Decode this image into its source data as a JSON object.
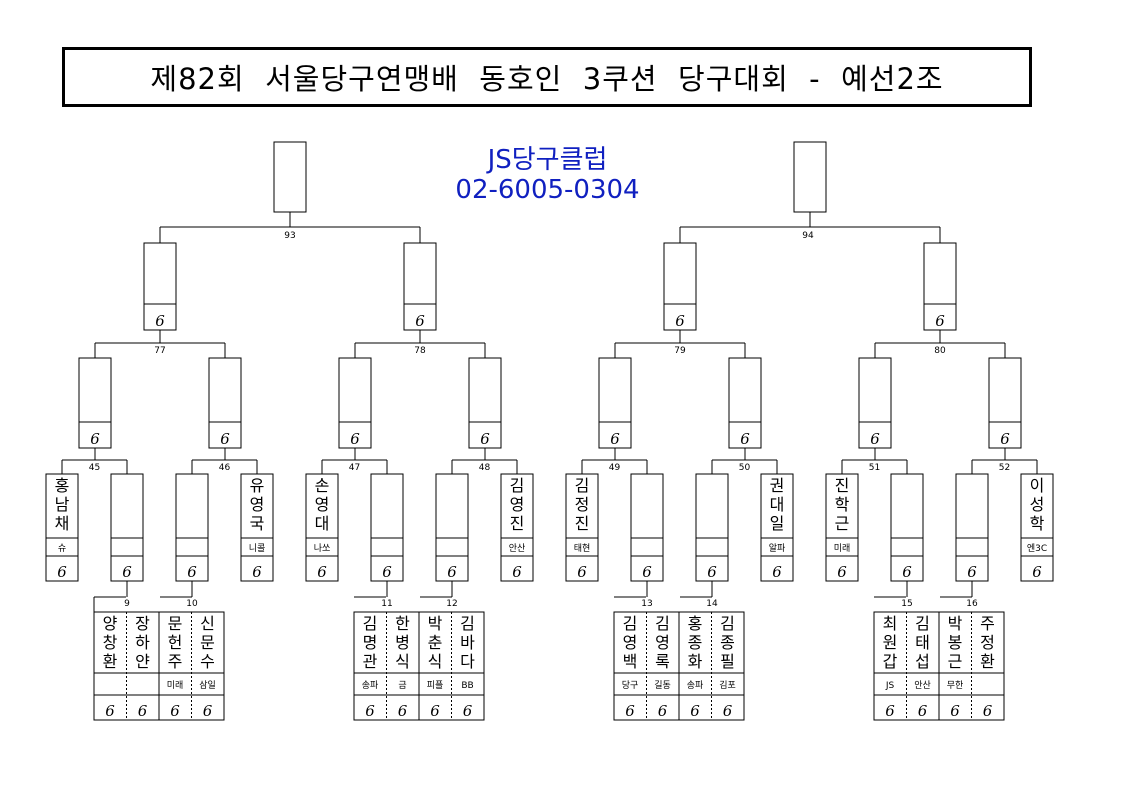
{
  "title": "제82회  서울당구연맹배  동호인  3쿠션  당구대회  -  예선2조",
  "club": {
    "name": "JS당구클럽",
    "phone": "02-6005-0304"
  },
  "score_mark": "6",
  "matches": {
    "m93": "93",
    "m94": "94",
    "m77": "77",
    "m78": "78",
    "m79": "79",
    "m80": "80",
    "m45": "45",
    "m46": "46",
    "m47": "47",
    "m48": "48",
    "m49": "49",
    "m50": "50",
    "m51": "51",
    "m52": "52",
    "m9": "9",
    "m10": "10",
    "m11": "11",
    "m12": "12",
    "m13": "13",
    "m14": "14",
    "m15": "15",
    "m16": "16"
  },
  "players": {
    "p45a": {
      "name": "홍남채",
      "club": "슈"
    },
    "p46b": {
      "name": "유영국",
      "club": "니콜"
    },
    "p47a": {
      "name": "손영대",
      "club": "나쏘"
    },
    "p48b": {
      "name": "김영진",
      "club": "안산"
    },
    "p49a": {
      "name": "김정진",
      "club": "태현"
    },
    "p50b": {
      "name": "권대일",
      "club": "알파"
    },
    "p51a": {
      "name": "진학근",
      "club": "미래"
    },
    "p52b": {
      "name": "이성학",
      "club": "엔3C"
    },
    "p9a": {
      "name": "양창환",
      "club": ""
    },
    "p9b": {
      "name": "장하얀",
      "club": ""
    },
    "p10a": {
      "name": "문헌주",
      "club": "미래"
    },
    "p10b": {
      "name": "신문수",
      "club": "삼일"
    },
    "p11a": {
      "name": "김명관",
      "club": "송파"
    },
    "p11b": {
      "name": "한병식",
      "club": "금"
    },
    "p12a": {
      "name": "박춘식",
      "club": "피플"
    },
    "p12b": {
      "name": "김바다",
      "club": "BB"
    },
    "p13a": {
      "name": "김영백",
      "club": "당구"
    },
    "p13b": {
      "name": "김영록",
      "club": "길동"
    },
    "p14a": {
      "name": "홍종화",
      "club": "송파"
    },
    "p14b": {
      "name": "김종필",
      "club": "김포"
    },
    "p15a": {
      "name": "최원갑",
      "club": "JS"
    },
    "p15b": {
      "name": "김태섭",
      "club": "안산"
    },
    "p16a": {
      "name": "박봉근",
      "club": "무한"
    },
    "p16b": {
      "name": "주정환",
      "club": ""
    }
  }
}
